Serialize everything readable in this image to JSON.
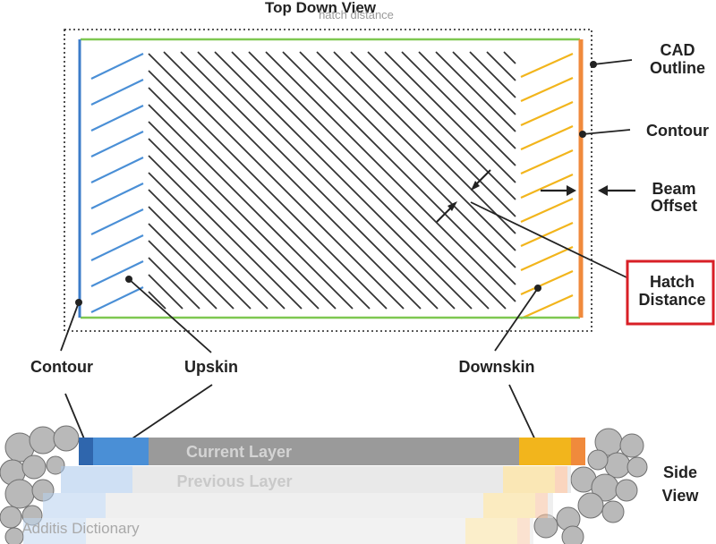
{
  "title": "Top Down View",
  "hover_caption": "hatch distance",
  "labels": {
    "cad_outline_1": "CAD",
    "cad_outline_2": "Outline",
    "contour_right": "Contour",
    "beam_offset_1": "Beam",
    "beam_offset_2": "Offset",
    "hatch_distance_1": "Hatch",
    "hatch_distance_2": "Distance",
    "contour_bottom": "Contour",
    "upskin": "Upskin",
    "downskin": "Downskin",
    "side_view_1": "Side",
    "side_view_2": "View"
  },
  "layers": {
    "current": "Current Layer",
    "previous": "Previous Layer"
  },
  "watermark": "Additis Dictionary",
  "colors": {
    "contour": "#3d7cc9",
    "upskin": "#4a8fd6",
    "downskin": "#f2b51c",
    "cad_outline": "#7ec850",
    "beam_offset": "#f08a3c",
    "hatch": "#333333",
    "highlight": "#d81f26"
  }
}
